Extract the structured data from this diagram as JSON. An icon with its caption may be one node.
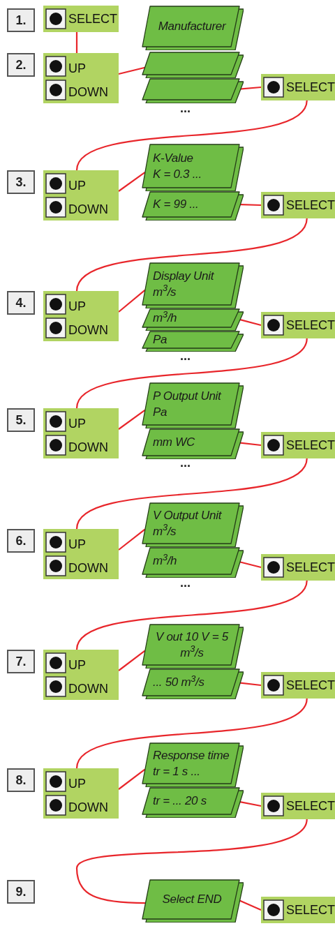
{
  "diagram": {
    "nodes": [
      {
        "text": [
          "1."
        ]
      },
      {
        "text": [
          "SELECT"
        ]
      },
      {
        "text": [
          "2."
        ]
      },
      {
        "text": [
          "UP",
          "DOWN"
        ]
      },
      {
        "text": [
          "Manufacturer"
        ]
      },
      {
        "text": [],
        "shape": "parallelogram"
      },
      {
        "text": [],
        "shape": "parallelogram"
      },
      {
        "text": [
          "SELECT"
        ]
      },
      {
        "text": [
          "3."
        ]
      },
      {
        "text": [
          "UP",
          "DOWN"
        ]
      },
      {
        "text": [
          "K-Value",
          "K = 0.3 ..."
        ]
      },
      {
        "text": [
          "K = 99 ..."
        ]
      },
      {
        "text": [
          "SELECT"
        ]
      },
      {
        "text": [
          "4."
        ]
      },
      {
        "text": [
          "UP",
          "DOWN"
        ]
      },
      {
        "text": [
          "Display Unit",
          "m$^{3}$/s"
        ]
      },
      {
        "text": [
          "m$^{3}$/h"
        ]
      },
      {
        "text": [
          "Pa"
        ]
      },
      {
        "text": [
          "SELECT"
        ]
      },
      {
        "text": [
          "5."
        ]
      },
      {
        "text": [
          "UP",
          "DOWN"
        ]
      },
      {
        "text": [
          "P Output Unit",
          "Pa"
        ]
      },
      {
        "text": [
          "mm WC"
        ]
      },
      {
        "text": [
          "SELECT"
        ]
      },
      {
        "text": [
          "6."
        ]
      },
      {
        "text": [
          "UP",
          "DOWN"
        ]
      },
      {
        "text": [
          "V Output Unit",
          "m$^{3}$/s"
        ]
      },
      {
        "text": [
          "m$^{3}$/h"
        ]
      },
      {
        "text": [
          "SELECT"
        ]
      },
      {
        "text": [
          "7."
        ]
      },
      {
        "text": [
          "UP",
          "DOWN"
        ]
      },
      {
        "text": [
          "V out 10 V = 5 m$^{3}$/s"
        ]
      },
      {
        "text": [
          "... 50 m$^{3}$/s"
        ]
      },
      {
        "text": [
          "SELECT"
        ]
      },
      {
        "text": [
          "8."
        ]
      },
      {
        "text": [
          "UP",
          "DOWN"
        ]
      },
      {
        "text": [
          "Response time",
          "tr = 1 s ..."
        ]
      },
      {
        "text": [
          "tr = ... 20 s"
        ]
      },
      {
        "text": [
          "SELECT"
        ]
      },
      {
        "text": [
          "9."
        ]
      },
      {
        "text": [
          "Select END"
        ]
      },
      {
        "text": [
          "SELECT"
        ]
      }
    ],
    "edges": [
      {
        "from": 1,
        "to": 3,
        "arrow": "none"
      },
      {
        "from": 3,
        "to": 5,
        "arrow": "none"
      },
      {
        "from": 6,
        "to": 7,
        "arrow": "none"
      },
      {
        "from": 7,
        "to": 9,
        "arrow": "none"
      },
      {
        "from": 9,
        "to": 10,
        "arrow": "none"
      },
      {
        "from": 11,
        "to": 12,
        "arrow": "none"
      },
      {
        "from": 12,
        "to": 14,
        "arrow": "none"
      },
      {
        "from": 14,
        "to": 15,
        "arrow": "none"
      },
      {
        "from": 16,
        "to": 18,
        "arrow": "none"
      },
      {
        "from": 18,
        "to": 20,
        "arrow": "none"
      },
      {
        "from": 20,
        "to": 21,
        "arrow": "none"
      },
      {
        "from": 22,
        "to": 23,
        "arrow": "none"
      },
      {
        "from": 23,
        "to": 25,
        "arrow": "none"
      },
      {
        "from": 25,
        "to": 26,
        "arrow": "none"
      },
      {
        "from": 27,
        "to": 28,
        "arrow": "none"
      },
      {
        "from": 28,
        "to": 30,
        "arrow": "none"
      },
      {
        "from": 30,
        "to": 31,
        "arrow": "none"
      },
      {
        "from": 32,
        "to": 33,
        "arrow": "none"
      },
      {
        "from": 33,
        "to": 35,
        "arrow": "none"
      },
      {
        "from": 35,
        "to": 36,
        "arrow": "none"
      },
      {
        "from": 37,
        "to": 38,
        "arrow": "none"
      },
      {
        "from": 38,
        "to": 40,
        "arrow": "none"
      },
      {
        "from": 40,
        "to": 41,
        "arrow": "none"
      }
    ],
    "labels": [
      "...",
      "...",
      "...",
      "..."
    ]
  }
}
